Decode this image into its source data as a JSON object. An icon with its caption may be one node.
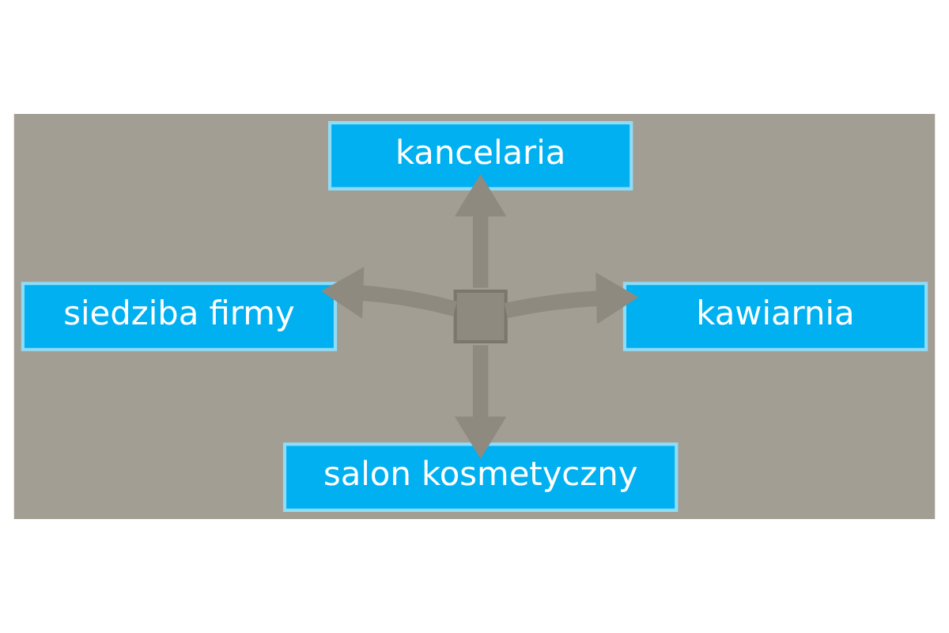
{
  "diagram": {
    "nodes": [
      {
        "text": [
          "kancelaria"
        ]
      },
      {
        "text": [
          "siedziba firmy"
        ]
      },
      {
        "text": [],
        "shape": "box"
      },
      {
        "text": [
          "kawiarnia"
        ]
      },
      {
        "text": [
          "salon kosmetyczny"
        ]
      }
    ],
    "edges": [
      {
        "from": 2,
        "to": 0,
        "arrow": "to"
      },
      {
        "from": 2,
        "to": 1,
        "arrow": "to"
      },
      {
        "from": 2,
        "to": 3,
        "arrow": "to"
      },
      {
        "from": 2,
        "to": 4,
        "arrow": "to"
      }
    ]
  }
}
